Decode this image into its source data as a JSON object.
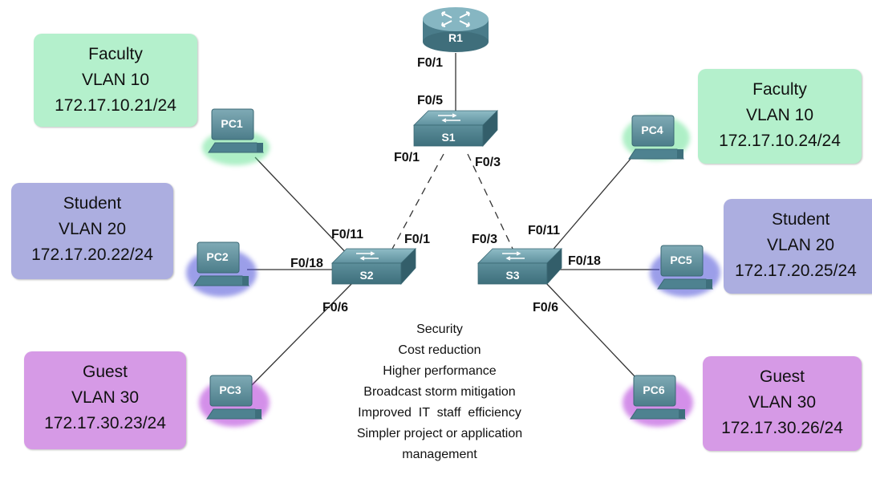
{
  "router": {
    "label": "R1"
  },
  "switches": [
    {
      "id": "s1",
      "label": "S1"
    },
    {
      "id": "s2",
      "label": "S2"
    },
    {
      "id": "s3",
      "label": "S3"
    }
  ],
  "pcs": [
    {
      "id": "pc1",
      "label": "PC1"
    },
    {
      "id": "pc2",
      "label": "PC2"
    },
    {
      "id": "pc3",
      "label": "PC3"
    },
    {
      "id": "pc4",
      "label": "PC4"
    },
    {
      "id": "pc5",
      "label": "PC5"
    },
    {
      "id": "pc6",
      "label": "PC6"
    }
  ],
  "ports": {
    "r1_f0_1": "F0/1",
    "s1_f0_5": "F0/5",
    "s1_f0_1": "F0/1",
    "s1_f0_3": "F0/3",
    "s2_f0_1": "F0/1",
    "s2_f0_11": "F0/11",
    "s2_f0_18": "F0/18",
    "s2_f0_6": "F0/6",
    "s3_f0_3": "F0/3",
    "s3_f0_11": "F0/11",
    "s3_f0_18": "F0/18",
    "s3_f0_6": "F0/6"
  },
  "boxes": {
    "faculty_left": {
      "name": "Faculty",
      "vlan": "VLAN 10",
      "ip": "172.17.10.21/24"
    },
    "student_left": {
      "name": "Student",
      "vlan": "VLAN 20",
      "ip": "172.17.20.22/24"
    },
    "guest_left": {
      "name": "Guest",
      "vlan": "VLAN 30",
      "ip": "172.17.30.23/24"
    },
    "faculty_right": {
      "name": "Faculty",
      "vlan": "VLAN 10",
      "ip": "172.17.10.24/24"
    },
    "student_right": {
      "name": "Student",
      "vlan": "VLAN 20",
      "ip": "172.17.20.25/24"
    },
    "guest_right": {
      "name": "Guest",
      "vlan": "VLAN 30",
      "ip": "172.17.30.26/24"
    }
  },
  "benefits": [
    "Security",
    "Cost reduction",
    "Higher performance",
    "Broadcast storm mitigation",
    "Improved  IT  staff  efficiency",
    "Simpler project or application",
    "management"
  ],
  "colors": {
    "faculty": "#b4f0cc",
    "student": "#acaee0",
    "guest": "#d69ae6",
    "faculty_glow": "#5fe08f",
    "student_glow": "#4c4fd8",
    "guest_glow": "#b035d8",
    "device": "#5c8e9c"
  }
}
